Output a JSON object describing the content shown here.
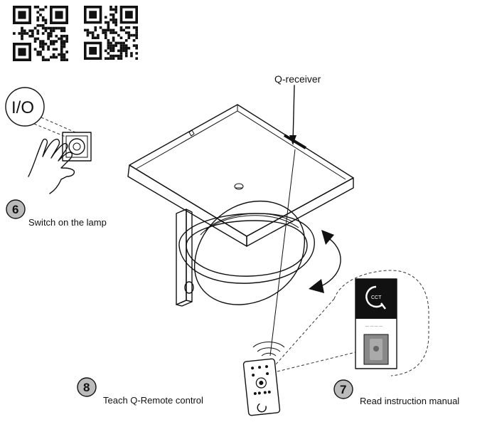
{
  "receiver_label": "Q-receiver",
  "switch_symbol": "I/O",
  "cct_label": "CCT",
  "steps": [
    {
      "number": "6",
      "text": "Switch on the lamp"
    },
    {
      "number": "7",
      "text": "Read instruction manual"
    },
    {
      "number": "8",
      "text": "Teach Q-Remote control"
    }
  ],
  "colors": {
    "ink": "#111111",
    "panel": "#111111",
    "paper": "#ffffff"
  }
}
